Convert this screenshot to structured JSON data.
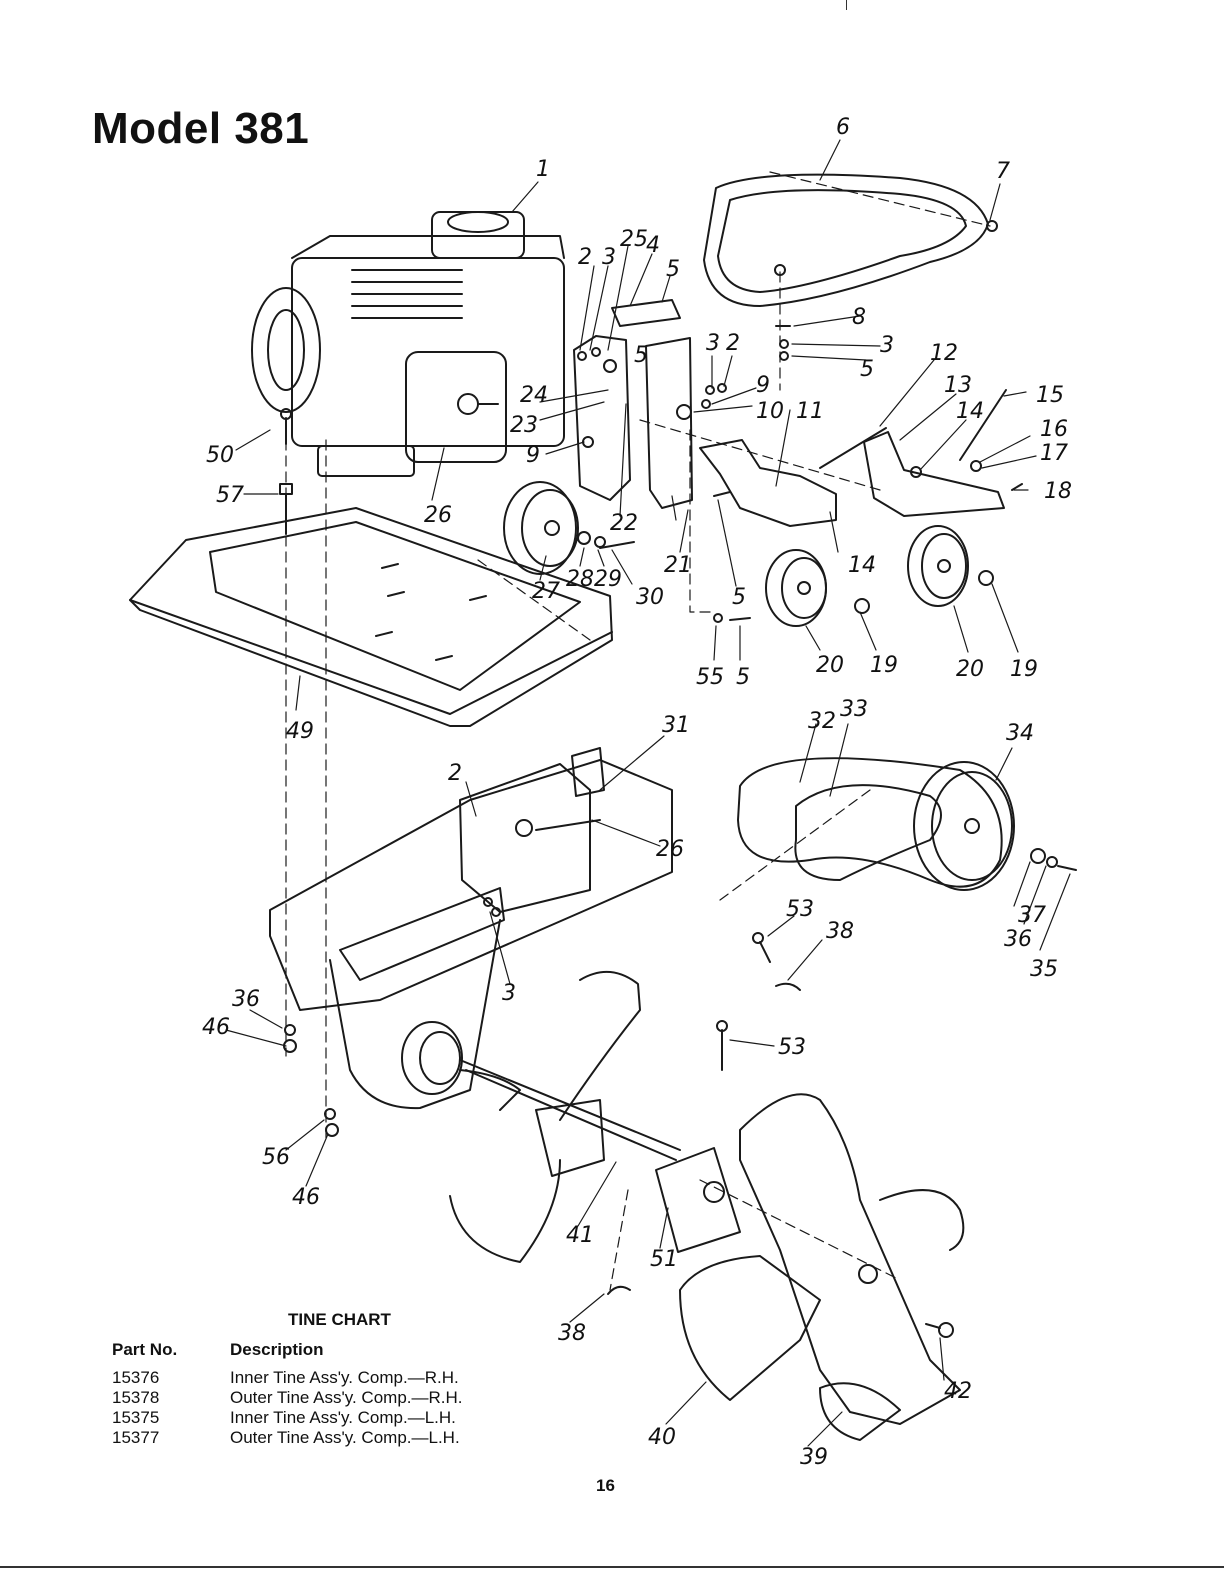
{
  "page": {
    "title": "Model 381",
    "page_number": "16"
  },
  "callouts": [
    "1",
    "2",
    "3",
    "25",
    "4",
    "5",
    "5",
    "3",
    "2",
    "9",
    "10",
    "11",
    "24",
    "23",
    "9",
    "6",
    "7",
    "8",
    "3",
    "5",
    "12",
    "13",
    "15",
    "14",
    "16",
    "17",
    "18",
    "50",
    "57",
    "26",
    "22",
    "21",
    "27",
    "28",
    "29",
    "30",
    "5",
    "14",
    "20",
    "19",
    "20",
    "19",
    "55",
    "5",
    "49",
    "31",
    "32",
    "33",
    "34",
    "2",
    "26",
    "37",
    "36",
    "35",
    "53",
    "38",
    "36",
    "46",
    "3",
    "53",
    "56",
    "46",
    "41",
    "51",
    "38",
    "40",
    "39",
    "42"
  ],
  "tine_chart": {
    "title": "TINE CHART",
    "header_part": "Part No.",
    "header_desc": "Description",
    "rows": [
      {
        "part": "15376",
        "desc": "Inner Tine Ass'y. Comp.—R.H."
      },
      {
        "part": "15378",
        "desc": "Outer Tine Ass'y. Comp.—R.H."
      },
      {
        "part": "15375",
        "desc": "Inner Tine Ass'y. Comp.—L.H."
      },
      {
        "part": "15377",
        "desc": "Outer Tine Ass'y. Comp.—L.H."
      }
    ]
  }
}
